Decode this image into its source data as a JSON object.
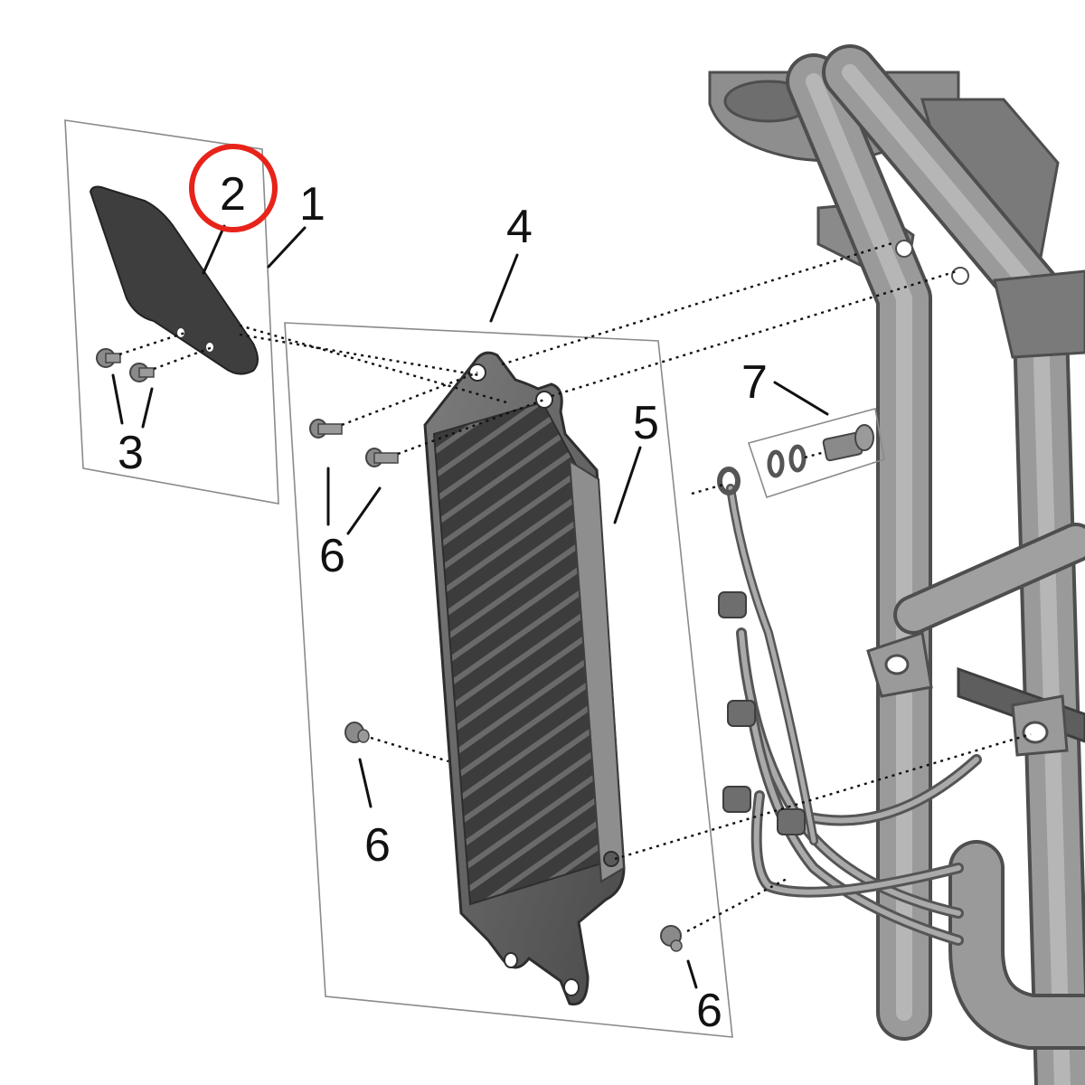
{
  "diagram": {
    "callouts": [
      {
        "id": "c1",
        "text": "1"
      },
      {
        "id": "c2",
        "text": "2"
      },
      {
        "id": "c3",
        "text": "3"
      },
      {
        "id": "c4",
        "text": "4"
      },
      {
        "id": "c5",
        "text": "5"
      },
      {
        "id": "c6a",
        "text": "6"
      },
      {
        "id": "c6b",
        "text": "6"
      },
      {
        "id": "c6c",
        "text": "6"
      },
      {
        "id": "c7",
        "text": "7"
      }
    ],
    "highlighted_callout": "2",
    "colors": {
      "highlight_ring": "#e8231a",
      "part_dark": "#3a3a3a",
      "part_mid": "#6e6e6e",
      "part_light": "#a8a8a8",
      "frame": "#8c8c8c",
      "frame_shadow": "#5c5c5c",
      "panel_border": "#8a8a8a",
      "line": "#111111"
    }
  }
}
